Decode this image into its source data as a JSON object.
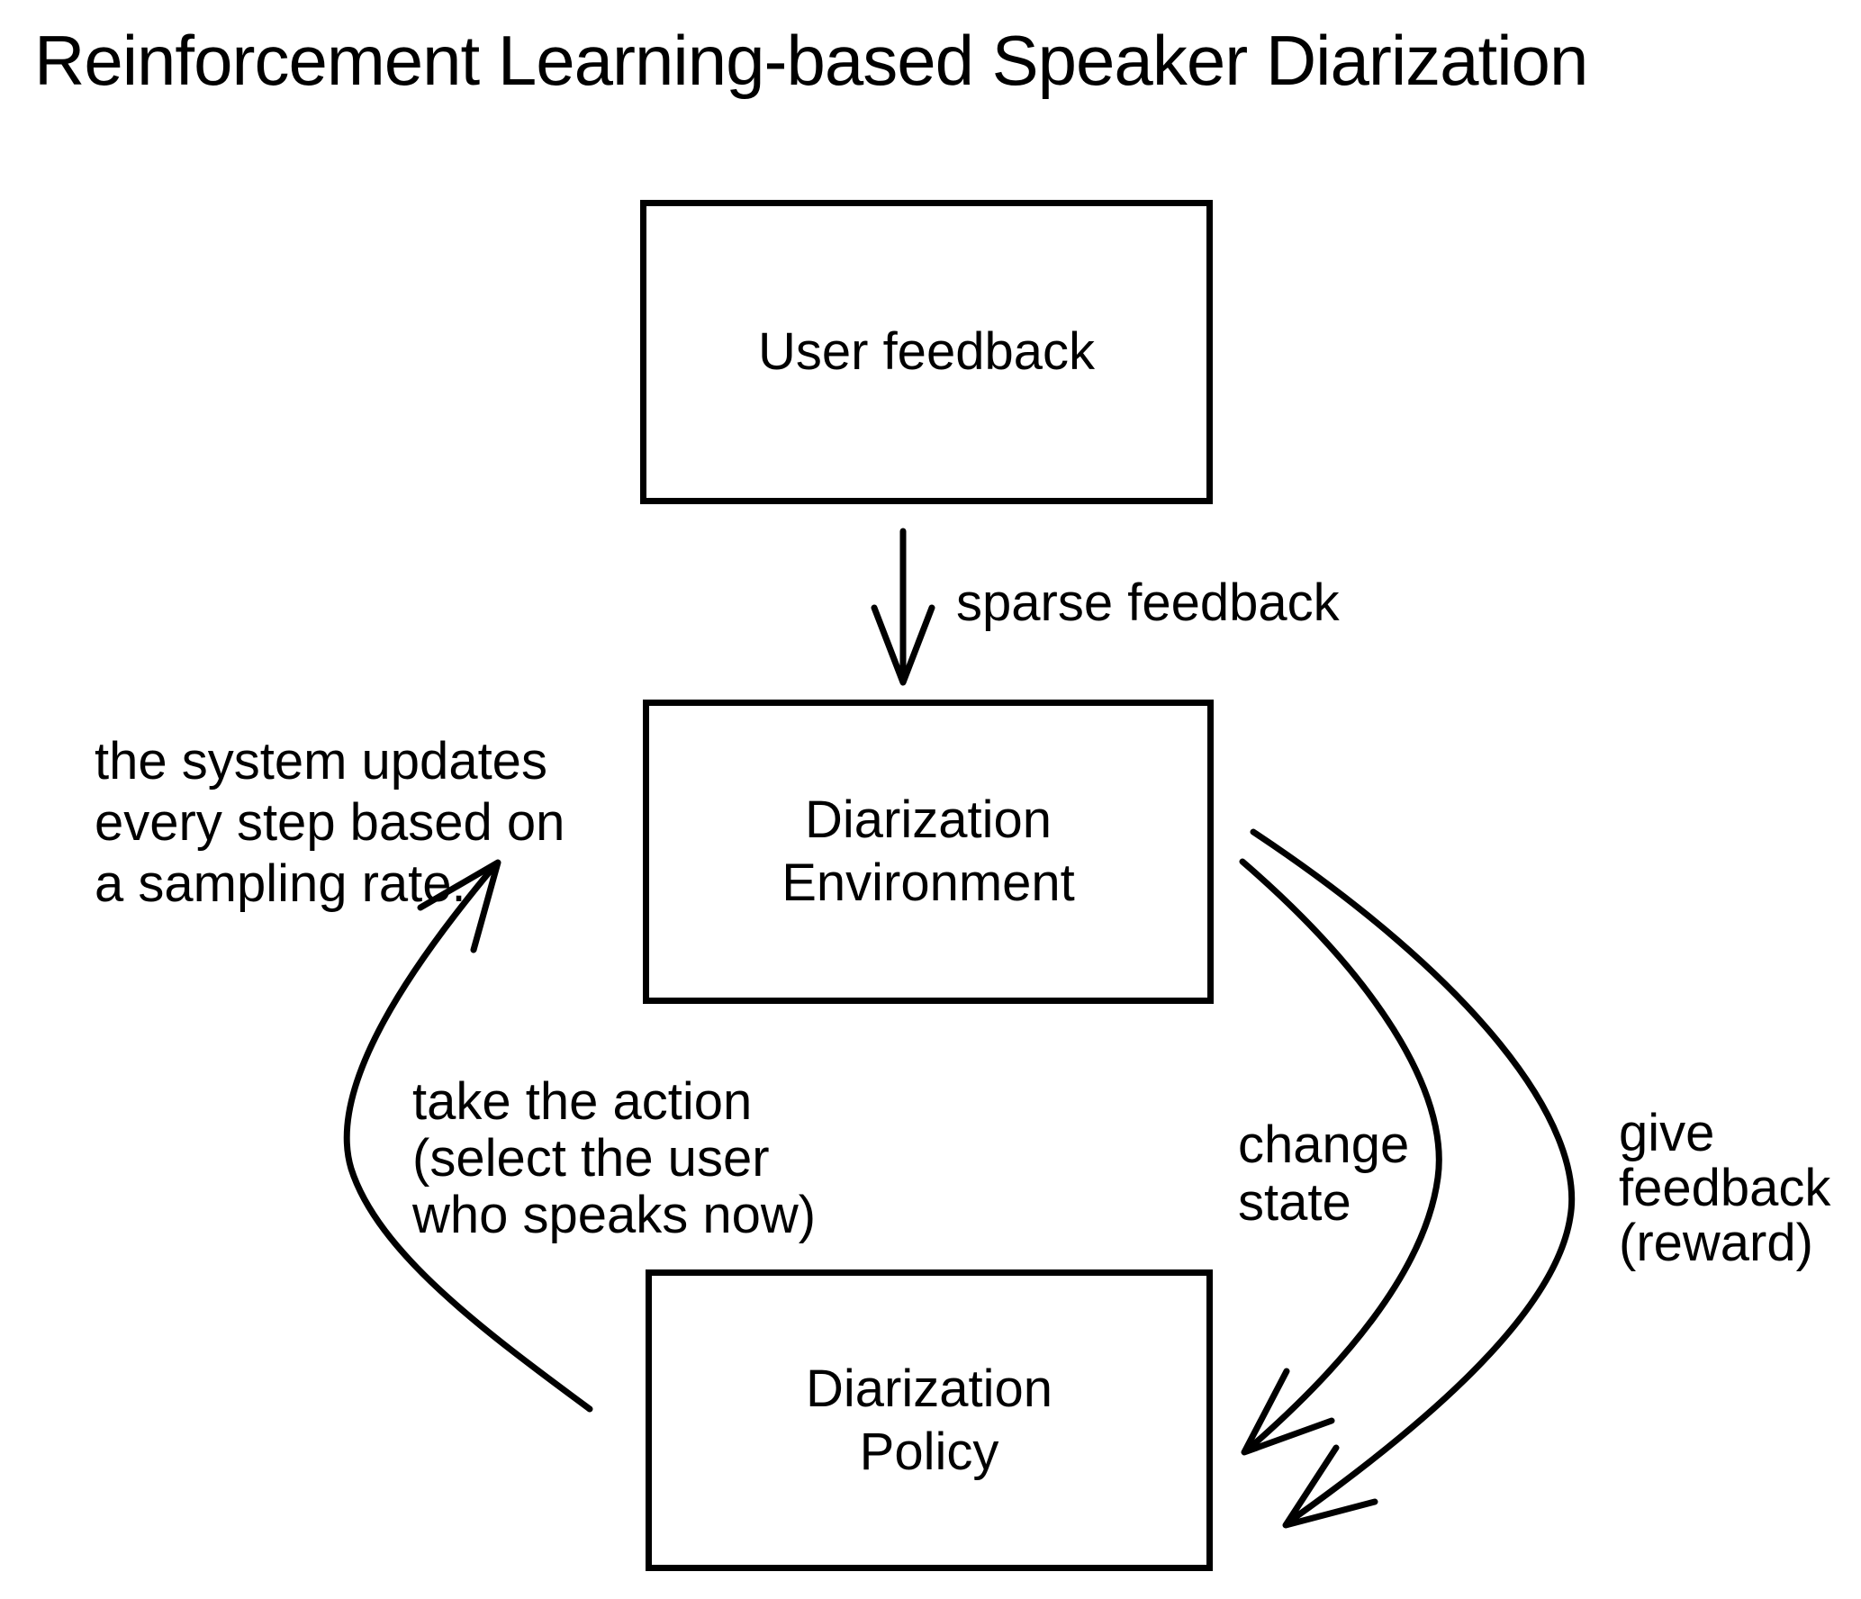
{
  "title": "Reinforcement Learning-based Speaker Diarization",
  "boxes": {
    "user_feedback": {
      "lines": [
        "User feedback"
      ]
    },
    "environment": {
      "lines": [
        "Diarization",
        "Environment"
      ]
    },
    "policy": {
      "lines": [
        "Diarization",
        "Policy"
      ]
    }
  },
  "annotations": {
    "sparse_feedback": "sparse feedback",
    "system_updates": [
      "the system updates",
      "every step based on",
      "a sampling rate."
    ],
    "take_action": [
      "take the action",
      "(select the user",
      "who speaks now)"
    ],
    "change_state": [
      "change",
      "state"
    ],
    "give_feedback": [
      "give",
      "feedback",
      "(reward)"
    ]
  },
  "arrows": [
    {
      "name": "sparse-feedback-arrow",
      "from": "user_feedback",
      "to": "environment",
      "style": "straight-down"
    },
    {
      "name": "take-action-arrow",
      "from": "policy",
      "to": "environment",
      "style": "curved-left"
    },
    {
      "name": "change-state-arrow",
      "from": "environment",
      "to": "policy",
      "style": "curved-right-inner"
    },
    {
      "name": "give-feedback-arrow",
      "from": "environment",
      "to": "policy",
      "style": "curved-right-outer"
    }
  ],
  "colors": {
    "ink": "#000000",
    "background": "#ffffff"
  }
}
